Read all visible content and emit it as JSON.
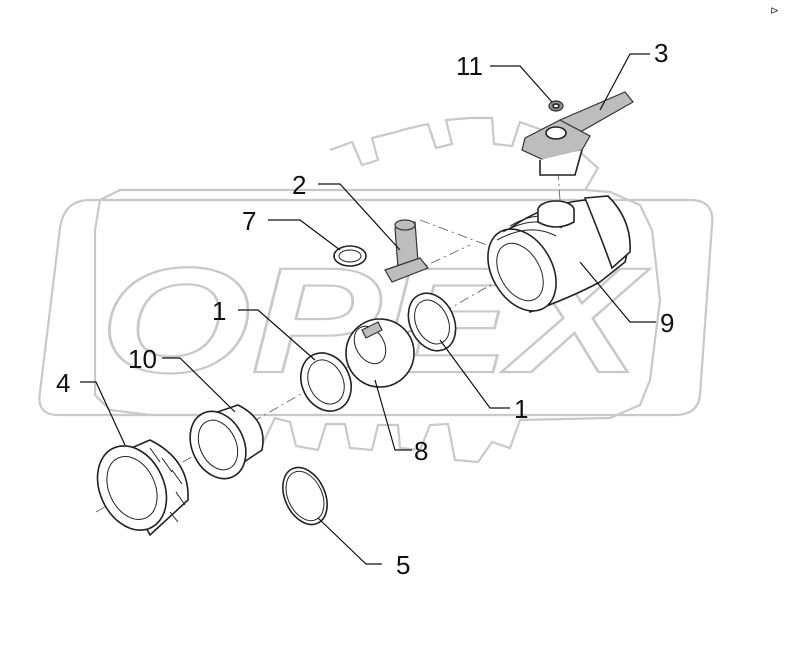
{
  "corner_mark": "⊳",
  "watermark": {
    "text": "OPEX"
  },
  "callouts": {
    "c1_upper": "1",
    "c1_lower": "1",
    "c2": "2",
    "c3": "3",
    "c4": "4",
    "c5": "5",
    "c7": "7",
    "c8": "8",
    "c9": "9",
    "c10": "10",
    "c11": "11"
  }
}
